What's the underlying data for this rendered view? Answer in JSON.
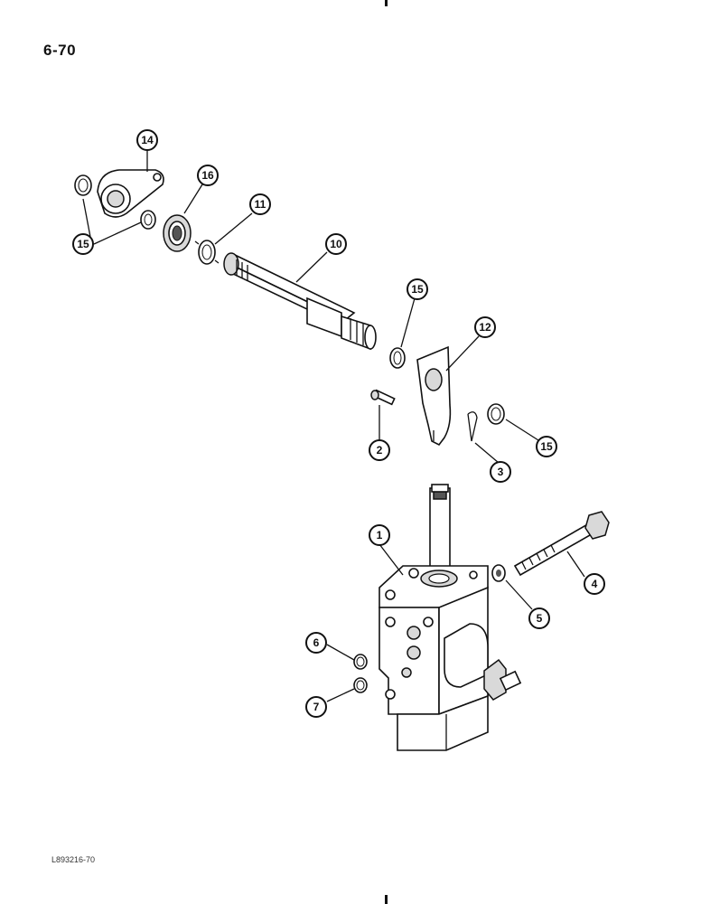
{
  "page_number": "6-70",
  "figure_code": "L893216-70",
  "callouts": {
    "c1": "1",
    "c2": "2",
    "c3": "3",
    "c4": "4",
    "c5": "5",
    "c6": "6",
    "c7": "7",
    "c10": "10",
    "c11": "11",
    "c12": "12",
    "c14": "14",
    "c15a": "15",
    "c15b": "15",
    "c15c": "15",
    "c16": "16"
  }
}
